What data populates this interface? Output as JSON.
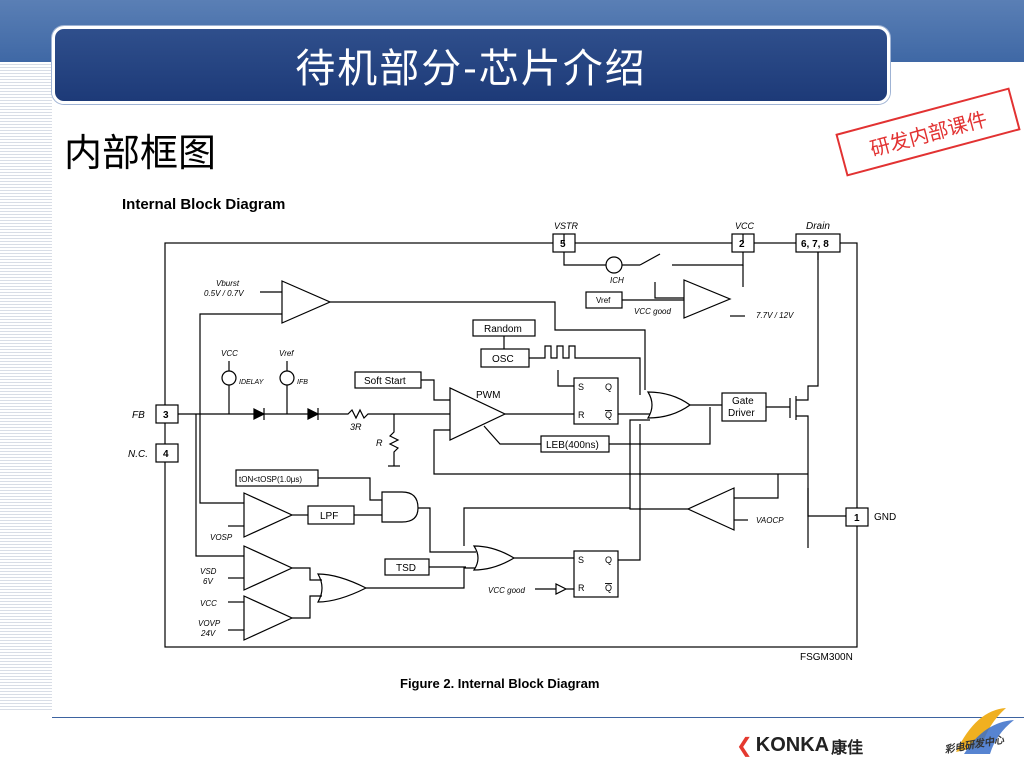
{
  "slide": {
    "title": "待机部分-芯片介绍",
    "subtitle": "内部框图",
    "stamp": "研发内部课件"
  },
  "diagram": {
    "heading": "Internal Block Diagram",
    "caption": "Figure 2. Internal Block Diagram",
    "part": "FSGM300N",
    "pins": {
      "vstr": {
        "label": "VSTR",
        "num": "5"
      },
      "vcc": {
        "label": "VCC",
        "num": "2"
      },
      "drain": {
        "label": "Drain",
        "num": "6, 7, 8"
      },
      "fb": {
        "label": "FB",
        "num": "3"
      },
      "nc": {
        "label": "N.C.",
        "num": "4"
      },
      "gnd": {
        "label": "GND",
        "num": "1"
      }
    },
    "blocks": {
      "random": "Random",
      "osc": "OSC",
      "soft_start": "Soft Start",
      "pwm": "PWM",
      "gate_driver_1": "Gate",
      "gate_driver_2": "Driver",
      "leb": "LEB(400ns)",
      "lpf": "LPF",
      "tsd": "TSD",
      "vref": "Vref",
      "ton": "tON<tOSP(1.0μs)",
      "s": "S",
      "r": "R",
      "q": "Q",
      "qbar": "Q"
    },
    "labels": {
      "vburst": "Vburst",
      "vburst_val": "0.5V / 0.7V",
      "vcc_src": "VCC",
      "vref_src": "Vref",
      "idelay": "IDELAY",
      "ifb": "IFB",
      "three_r": "3R",
      "r": "R",
      "ich": "ICH",
      "vcc_good": "VCC good",
      "vcc_good_2": "VCC good",
      "uvlo": "7.7V / 12V",
      "vaocp": "VAOCP",
      "vosp": "VOSP",
      "vsd": "VSD",
      "vsd_val": "6V",
      "vcc_in": "VCC",
      "vovp": "VOVP",
      "vovp_val": "24V"
    }
  },
  "footer": {
    "brand": "KONKA",
    "brand_cn": "康佳",
    "logo_text": "彩电研发中心"
  }
}
